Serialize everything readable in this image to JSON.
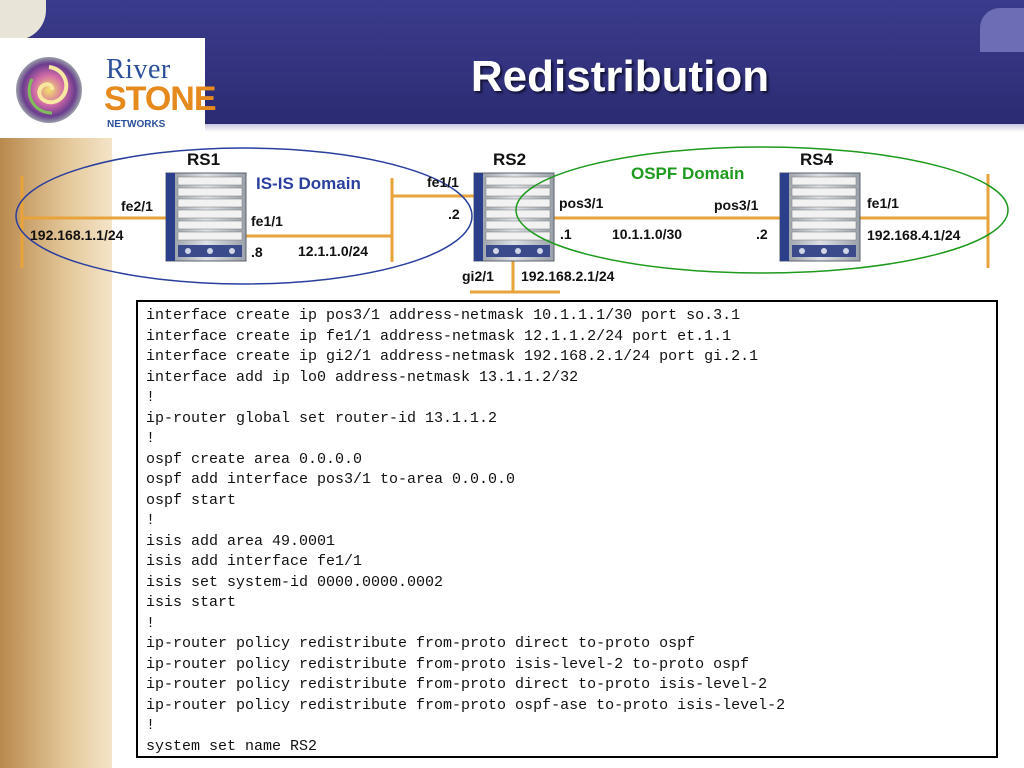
{
  "title": "Redistribution",
  "logo": {
    "line1": "River",
    "line2": "STONE",
    "line3": "NETWORKS"
  },
  "devices": {
    "rs1": "RS1",
    "rs2": "RS2",
    "rs4": "RS4"
  },
  "domains": {
    "isis": "IS-IS Domain",
    "ospf": "OSPF Domain"
  },
  "interfaces": {
    "rs1_fe2": "fe2/1",
    "rs1_fe1": "fe1/1",
    "rs2_fe1": "fe1/1",
    "rs2_pos3": "pos3/1",
    "rs2_gi2": "gi2/1",
    "rs4_pos3": "pos3/1",
    "rs4_fe1": "fe1/1"
  },
  "addresses": {
    "net_rs1_lan": "192.168.1.1/24",
    "host_rs1_fe1": ".8",
    "net_rs1_rs2": "12.1.1.0/24",
    "host_rs2_fe1": ".2",
    "host_rs2_pos3": ".1",
    "net_rs2_rs4": "10.1.1.0/30",
    "host_rs4_pos3": ".2",
    "net_rs2_lan": "192.168.2.1/24",
    "net_rs4_lan": "192.168.4.1/24"
  },
  "colors": {
    "link": "#e8a33a",
    "isis_ring": "#2a3f9e",
    "ospf_ring": "#1e9a1e",
    "isis_text": "#2a3f9e",
    "ospf_text": "#1e9a1e",
    "header": "#32327e"
  },
  "config_lines": [
    "interface create ip pos3/1 address-netmask 10.1.1.1/30 port so.3.1",
    "interface create ip fe1/1 address-netmask 12.1.1.2/24 port et.1.1",
    "interface create ip gi2/1 address-netmask 192.168.2.1/24 port gi.2.1",
    "interface add ip lo0 address-netmask 13.1.1.2/32",
    "!",
    "ip-router global set router-id 13.1.1.2",
    "!",
    "ospf create area 0.0.0.0",
    "ospf add interface pos3/1 to-area 0.0.0.0",
    "ospf start",
    "!",
    "isis add area 49.0001",
    "isis add interface fe1/1",
    "isis set system-id 0000.0000.0002",
    "isis start",
    "!",
    "ip-router policy redistribute from-proto direct to-proto ospf",
    "ip-router policy redistribute from-proto isis-level-2 to-proto ospf",
    "ip-router policy redistribute from-proto direct to-proto isis-level-2",
    "ip-router policy redistribute from-proto ospf-ase to-proto isis-level-2",
    "!",
    "system set name RS2"
  ]
}
